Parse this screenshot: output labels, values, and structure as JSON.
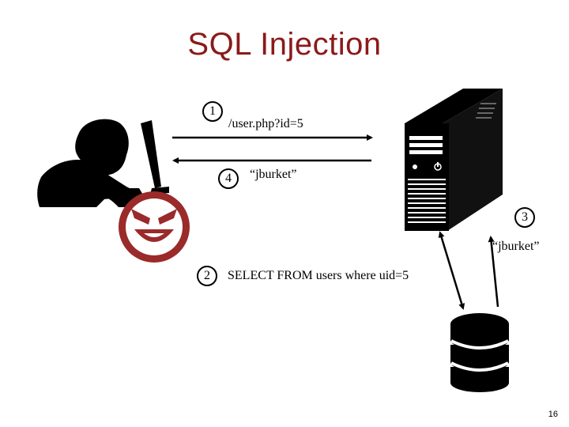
{
  "slide": {
    "title": "SQL Injection",
    "page_number": "16"
  },
  "steps": [
    {
      "number": "1",
      "text": "/user.php?id=5"
    },
    {
      "number": "2",
      "text": "SELECT FROM users where uid=5"
    },
    {
      "number": "3",
      "text": "“jburket”"
    },
    {
      "number": "4",
      "text": "“jburket”"
    }
  ],
  "icons": {
    "attacker": "hacker-at-computer-icon",
    "evil_face": "evil-face-icon",
    "server": "server-tower-icon",
    "database": "database-icon"
  },
  "colors": {
    "title": "#8b1a1a",
    "evil_face": "#9b2a2a",
    "icon_fill": "#000000"
  }
}
